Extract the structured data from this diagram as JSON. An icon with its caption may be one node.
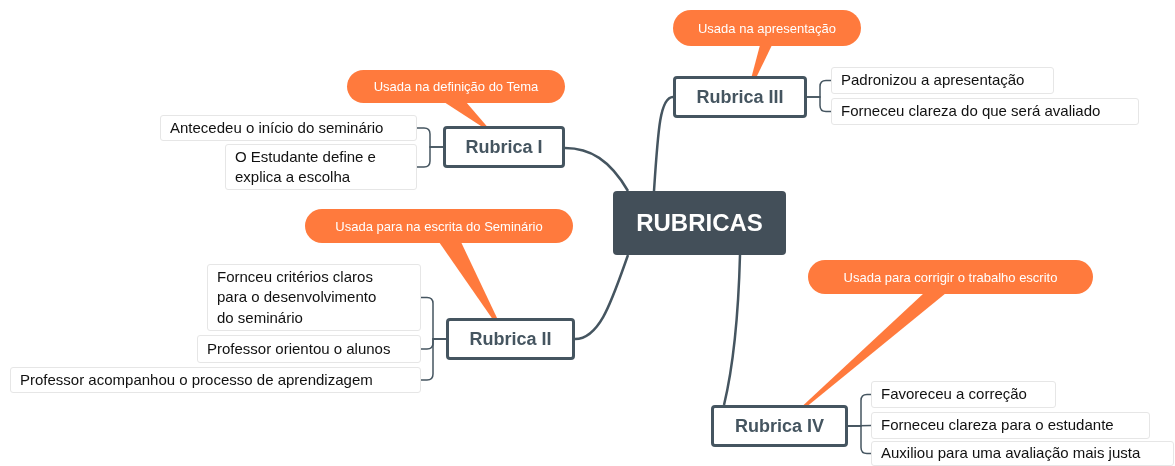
{
  "diagram": {
    "nodes": [
      {
        "text": [
          "RUBRICAS"
        ]
      },
      {
        "text": [
          "Rubrica I"
        ]
      },
      {
        "text": [
          "Usada na definição do Tema"
        ]
      },
      {
        "text": [
          "Antecedeu o início do seminário"
        ]
      },
      {
        "text": [
          "O Estudante define e explica a escolha"
        ]
      },
      {
        "text": [
          "Rubrica II"
        ]
      },
      {
        "text": [
          "Usada para na escrita do Seminário"
        ]
      },
      {
        "text": [
          "Fornceu critérios claros para o desenvolvimento do seminário"
        ]
      },
      {
        "text": [
          "Professor orientou o alunos"
        ]
      },
      {
        "text": [
          "Professor acompanhou o processo de aprendizagem"
        ]
      },
      {
        "text": [
          "Rubrica III"
        ]
      },
      {
        "text": [
          "Usada na apresentação"
        ]
      },
      {
        "text": [
          "Padronizou a apresentação"
        ]
      },
      {
        "text": [
          "Forneceu clareza do que será avaliado"
        ]
      },
      {
        "text": [
          "Rubrica IV"
        ]
      },
      {
        "text": [
          "Usada para corrigir o trabalho escrito"
        ]
      },
      {
        "text": [
          "Favoreceu a correção"
        ]
      },
      {
        "text": [
          "Forneceu clareza para o estudante"
        ]
      },
      {
        "text": [
          "Auxiliou para uma avaliação mais justa"
        ]
      }
    ],
    "edges": [
      {
        "from": 0,
        "to": 1,
        "arrow": "none"
      },
      {
        "from": 0,
        "to": 5,
        "arrow": "none"
      },
      {
        "from": 0,
        "to": 10,
        "arrow": "none"
      },
      {
        "from": 0,
        "to": 14,
        "arrow": "none"
      },
      {
        "from": 2,
        "to": 1,
        "arrow": "none",
        "color": "#ff7a3d"
      },
      {
        "from": 6,
        "to": 5,
        "arrow": "none",
        "color": "#ff7a3d"
      },
      {
        "from": 11,
        "to": 10,
        "arrow": "none",
        "color": "#ff7a3d"
      },
      {
        "from": 15,
        "to": 14,
        "arrow": "none",
        "color": "#ff7a3d"
      },
      {
        "from": 1,
        "to": 3,
        "arrow": "none"
      },
      {
        "from": 1,
        "to": 4,
        "arrow": "none"
      },
      {
        "from": 5,
        "to": 7,
        "arrow": "none"
      },
      {
        "from": 5,
        "to": 8,
        "arrow": "none"
      },
      {
        "from": 5,
        "to": 9,
        "arrow": "none"
      },
      {
        "from": 10,
        "to": 12,
        "arrow": "none"
      },
      {
        "from": 10,
        "to": 13,
        "arrow": "none"
      },
      {
        "from": 14,
        "to": 16,
        "arrow": "none"
      },
      {
        "from": 14,
        "to": 17,
        "arrow": "none"
      },
      {
        "from": 14,
        "to": 18,
        "arrow": "none"
      }
    ]
  }
}
